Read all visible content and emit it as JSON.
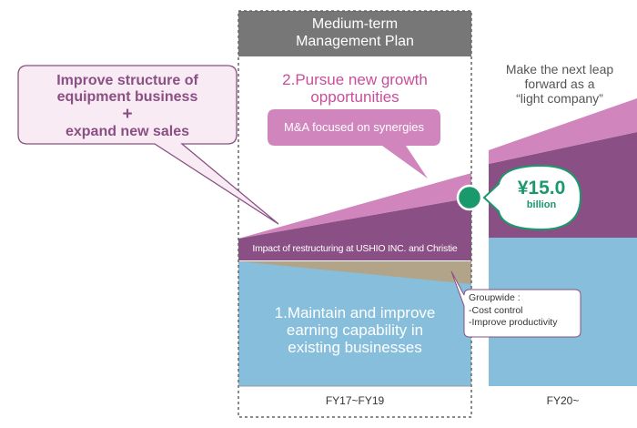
{
  "plan_header": {
    "line1": "Medium-term",
    "line2": "Management Plan"
  },
  "growth": {
    "title_line1": "2.Pursue new growth",
    "title_line2": "opportunities",
    "ma_label": "M&A focused on synergies"
  },
  "improve_box": {
    "line1": "Improve structure of",
    "line2": "equipment business",
    "plus": "+",
    "line3": "expand new sales"
  },
  "next_leap": {
    "line1": "Make the next leap",
    "line2": "forward as a",
    "line3": "“light company”"
  },
  "target": {
    "amount": "¥15.0",
    "unit": "billion"
  },
  "restructuring_band": "Impact of restructuring at USHIO INC. and Christie",
  "groupwide": {
    "title": "Groupwide :",
    "item1": "-Cost control",
    "item2": "-Improve productivity"
  },
  "maintain": {
    "line1": "1.Maintain and improve",
    "line2": "earning capability in",
    "line3": "existing businesses"
  },
  "periods": {
    "mid": "FY17~FY19",
    "future": "FY20~"
  },
  "colors": {
    "blue": "#86bedb",
    "plum": "#8a4f84",
    "pink": "#d085bd",
    "header_gray": "#777777",
    "growth_text": "#c94e99",
    "target_green": "#1a9a6c",
    "callout_fill": "#f8ebf3"
  }
}
